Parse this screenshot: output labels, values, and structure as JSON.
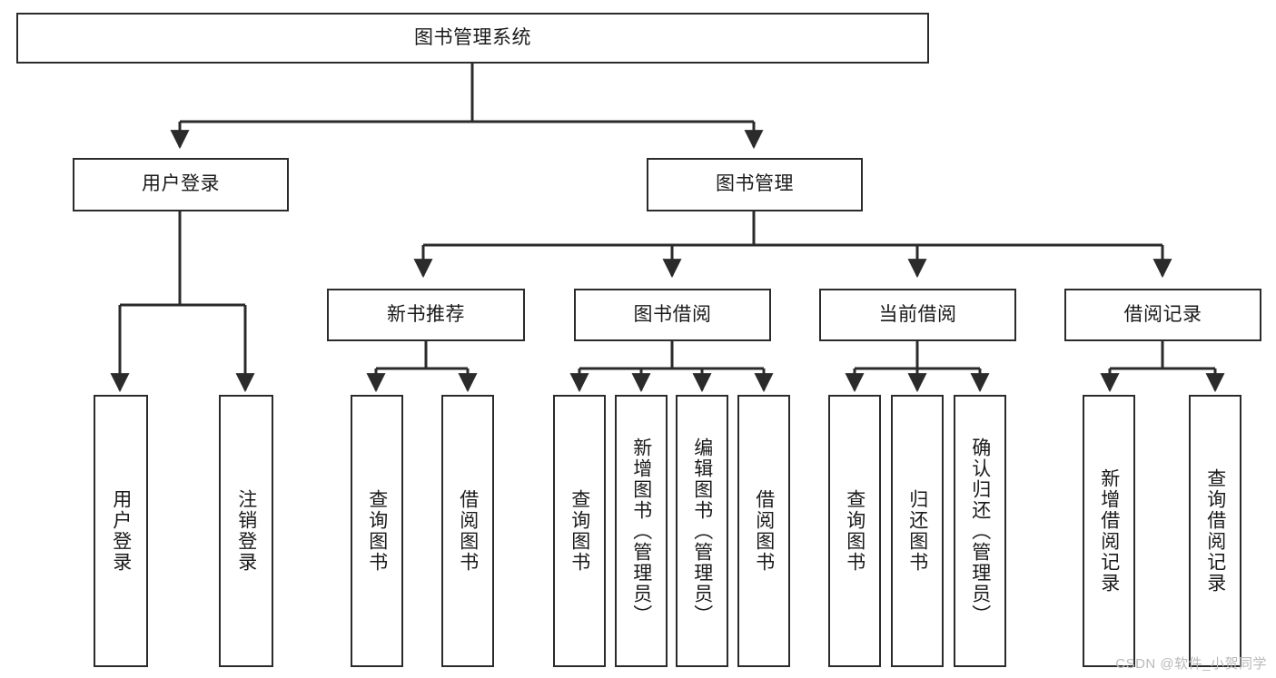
{
  "diagram": {
    "type": "tree-hierarchy",
    "title": "图书管理系统",
    "style": {
      "box_border_color": "#2b2b2b",
      "box_fill": "#ffffff",
      "connector_color": "#2b2b2b",
      "text_color": "#1a1a1a",
      "background": "#ffffff"
    },
    "root": {
      "label": "图书管理系统"
    },
    "level2": [
      {
        "label": "用户登录"
      },
      {
        "label": "图书管理"
      }
    ],
    "level3": [
      {
        "label": "新书推荐"
      },
      {
        "label": "图书借阅"
      },
      {
        "label": "当前借阅"
      },
      {
        "label": "借阅记录"
      }
    ],
    "leaves": {
      "user_login": [
        {
          "label": "用户登录"
        },
        {
          "label": "注销登录"
        }
      ],
      "new_book_recommend": [
        {
          "label": "查询图书"
        },
        {
          "label": "借阅图书"
        }
      ],
      "book_borrow": [
        {
          "label": "查询图书"
        },
        {
          "label": "新增图书（管理员）"
        },
        {
          "label": "编辑图书（管理员）"
        },
        {
          "label": "借阅图书"
        }
      ],
      "current_borrow": [
        {
          "label": "查询图书"
        },
        {
          "label": "归还图书"
        },
        {
          "label": "确认归还（管理员）"
        }
      ],
      "borrow_record": [
        {
          "label": "新增借阅记录"
        },
        {
          "label": "查询借阅记录"
        }
      ]
    }
  },
  "watermark": {
    "text": "CSDN @软件_小贺同学"
  }
}
